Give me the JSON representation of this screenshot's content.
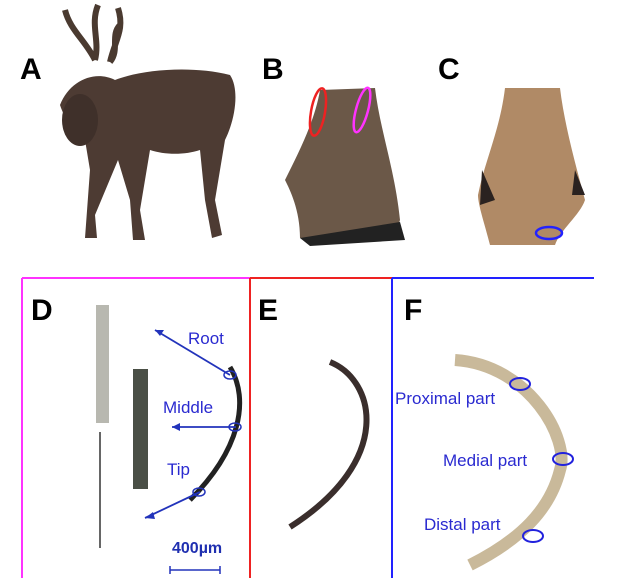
{
  "panels": {
    "A": {
      "label": "A"
    },
    "B": {
      "label": "B"
    },
    "C": {
      "label": "C"
    },
    "D": {
      "label": "D",
      "annotations": [
        "Root",
        "Middle",
        "Tip"
      ],
      "scale_bar": "400µm"
    },
    "E": {
      "label": "E"
    },
    "F": {
      "label": "F",
      "annotations": [
        "Proximal part",
        "Medial part",
        "Distal part"
      ]
    }
  },
  "colors": {
    "D_frame": "#ff33ff",
    "E_frame": "#ee2222",
    "F_frame": "#2222ff",
    "annotation": "#2a2ad0"
  }
}
